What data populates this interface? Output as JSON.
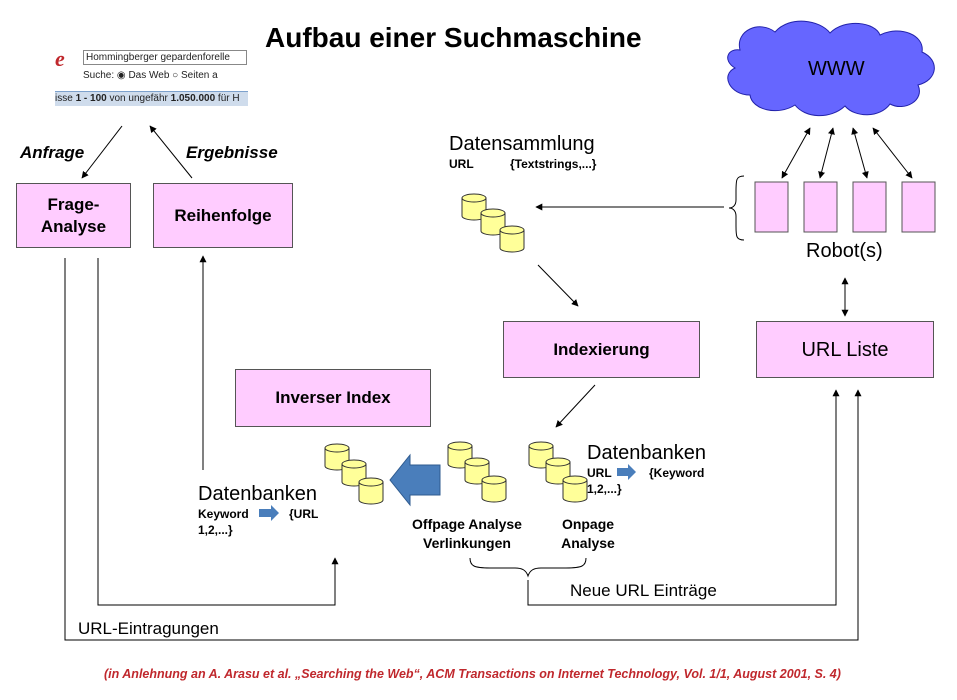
{
  "title": "Aufbau einer Suchmaschine",
  "search_widget": {
    "logo": "e",
    "query": "Hommingberger gepardenforelle",
    "search_label": "Suche:",
    "option_web": "Das Web",
    "option_pages": "Seiten a",
    "results_prefix": "isse ",
    "results_range": "1 - 100",
    "results_mid": " von ungefähr ",
    "results_count": "1.050.000",
    "results_suffix": " für H"
  },
  "labels": {
    "anfrage": "Anfrage",
    "ergebnisse": "Ergebnisse",
    "datensammlung": "Datensammlung",
    "ds_url": "URL",
    "ds_textstrings": "{Textstrings,...}",
    "robots": "Robot(s)",
    "www": "WWW",
    "db_right_title": "Datenbanken",
    "db_right_url": "URL",
    "db_right_keyword": "{Keyword",
    "db_right_nums": "1,2,...}",
    "db_left_title": "Datenbanken",
    "db_left_keyword": "Keyword",
    "db_left_url": "{URL",
    "db_left_nums": "1,2,...}",
    "offpage_1": "Offpage Analyse",
    "offpage_2": "Verlinkungen",
    "onpage_1": "Onpage",
    "onpage_2": "Analyse",
    "neue_url": "Neue URL Einträge",
    "url_eintragungen": "URL-Eintragungen"
  },
  "boxes": {
    "frage_1": "Frage-",
    "frage_2": "Analyse",
    "reihenfolge": "Reihenfolge",
    "indexierung": "Indexierung",
    "url_liste": "URL Liste",
    "inverser_index": "Inverser Index"
  },
  "citation": "(in Anlehnung an A. Arasu et al. „Searching the Web“, ACM Transactions on Internet Technology, Vol. 1/1, August 2001, S. 4)",
  "colors": {
    "box_fill": "#ffccff",
    "cloud_fill": "#6666ff",
    "cylinder_fill": "#ffff99",
    "arrow_blue": "#4a7ebb",
    "citation_red": "#c0282d"
  }
}
